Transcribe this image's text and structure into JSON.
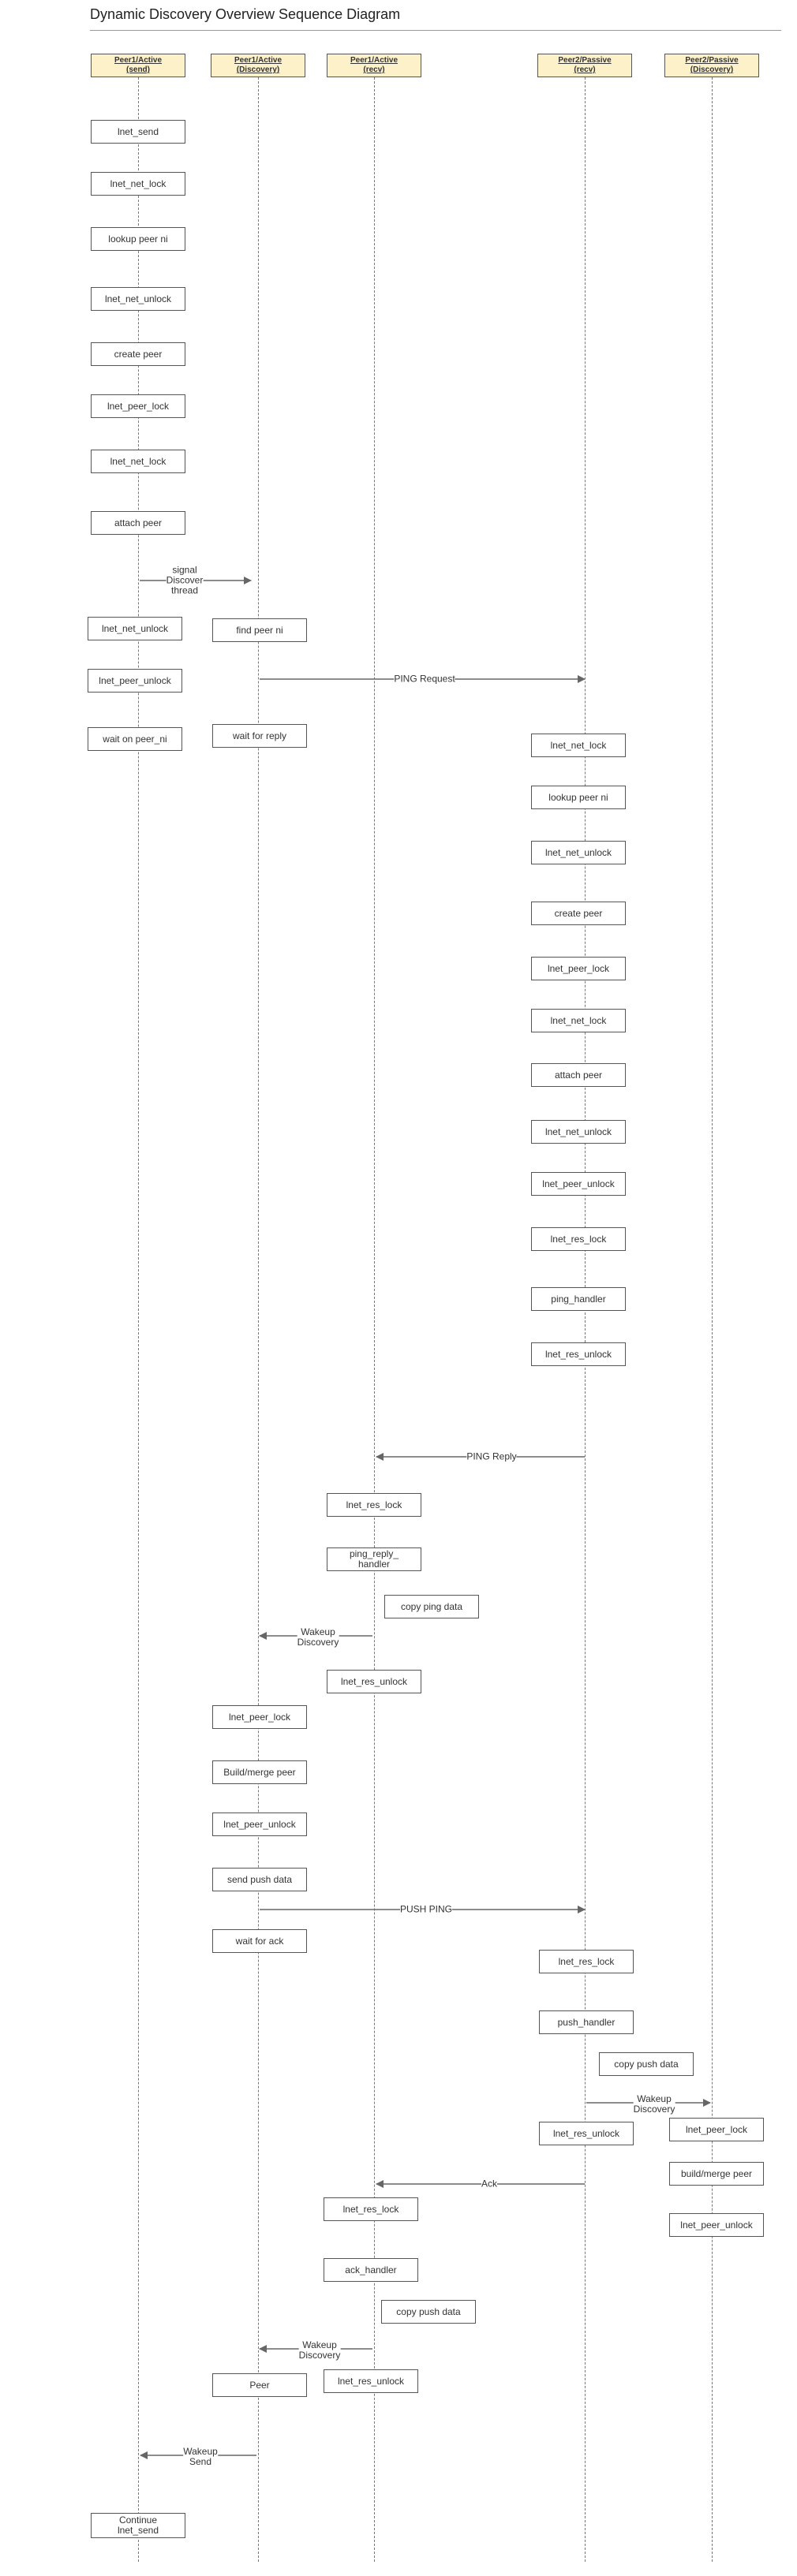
{
  "title": "Dynamic Discovery Overview Sequence Diagram",
  "participants": [
    {
      "label": "Peer1/Active\n(send)"
    },
    {
      "label": "Peer1/Active\n(Discovery)"
    },
    {
      "label": "Peer1/Active\n(recv)"
    },
    {
      "label": "Peer2/Passive\n(recv)"
    },
    {
      "label": "Peer2/Passive\n(Discovery)"
    }
  ],
  "activities": [
    "lnet_send",
    "lnet_net_lock",
    "lookup peer ni",
    "lnet_net_unlock",
    "create peer",
    "lnet_peer_lock",
    "lnet_net_lock",
    "attach peer",
    "lnet_net_unlock",
    "find peer ni",
    "lnet_peer_unlock",
    "wait on peer_ni",
    "wait for reply",
    "lnet_net_lock",
    "lookup peer ni",
    "lnet_net_unlock",
    "create peer",
    "lnet_peer_lock",
    "lnet_net_lock",
    "attach peer",
    "lnet_net_unlock",
    "lnet_peer_unlock",
    "lnet_res_lock",
    "ping_handler",
    "lnet_res_unlock",
    "lnet_res_lock",
    "ping_reply_\nhandler",
    "copy ping data",
    "lnet_res_unlock",
    "lnet_peer_lock",
    "Build/merge peer",
    "lnet_peer_unlock",
    "send push data",
    "wait for ack",
    "lnet_res_lock",
    "push_handler",
    "copy push data",
    "lnet_res_unlock",
    "lnet_peer_lock",
    "build/merge peer",
    "lnet_peer_unlock",
    "lnet_res_lock",
    "ack_handler",
    "copy push data",
    "Peer",
    "lnet_res_unlock",
    "Continue\nlnet_send"
  ],
  "messages": [
    "signal\nDiscover\nthread",
    "PING Request",
    "PING Reply",
    "Wakeup\nDiscovery",
    "PUSH PING",
    "Wakeup\nDiscovery",
    "Ack",
    "Wakeup\nDiscovery",
    "Wakeup\nSend"
  ]
}
